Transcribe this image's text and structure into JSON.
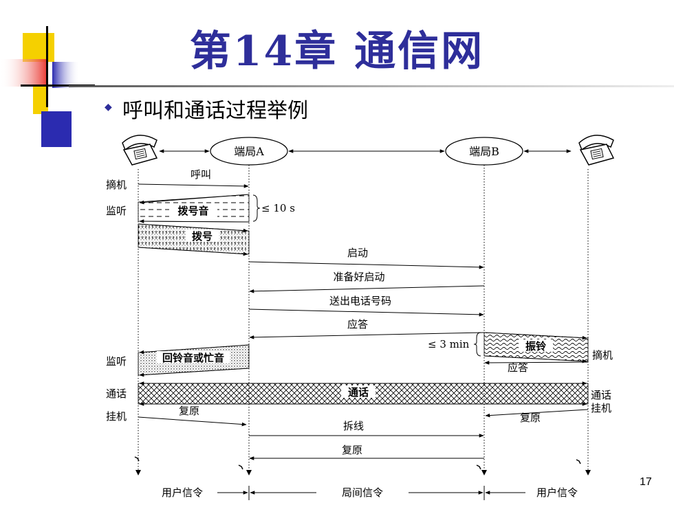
{
  "slide": {
    "title": "第14章 通信网",
    "subtitle": "呼叫和通话过程举例",
    "page_number": "17"
  },
  "diagram": {
    "nodes": {
      "office_a": "端局A",
      "office_b": "端局B"
    },
    "left_labels": {
      "offhook": "摘机",
      "listen1": "监听",
      "listen2": "监听",
      "talk": "通话",
      "onhook": "挂机"
    },
    "right_labels": {
      "offhook": "摘机",
      "talk": "通话",
      "onhook": "挂机"
    },
    "messages": {
      "call": "呼叫",
      "dial_tone": "拨号音",
      "dial_time": "≤ 10 s",
      "dialing": "拨号",
      "start": "启动",
      "ready": "准备好启动",
      "send_number": "送出电话号码",
      "answer": "应答",
      "ring_time": "≤ 3 min",
      "ringing": "振铃",
      "answer_b": "应答",
      "ringback": "回铃音或忙音",
      "talking": "通话",
      "restore_a": "复原",
      "release": "拆线",
      "restore_mid": "复原",
      "restore_b": "复原"
    },
    "bottom": {
      "user_sig_left": "用户信令",
      "inter_office_sig": "局间信令",
      "user_sig_right": "用户信令"
    },
    "colors": {
      "title": "#2e2e9a",
      "logo_yellow": "#f5d000",
      "logo_red": "#e8312a",
      "logo_blue": "#2b2bb0"
    }
  }
}
